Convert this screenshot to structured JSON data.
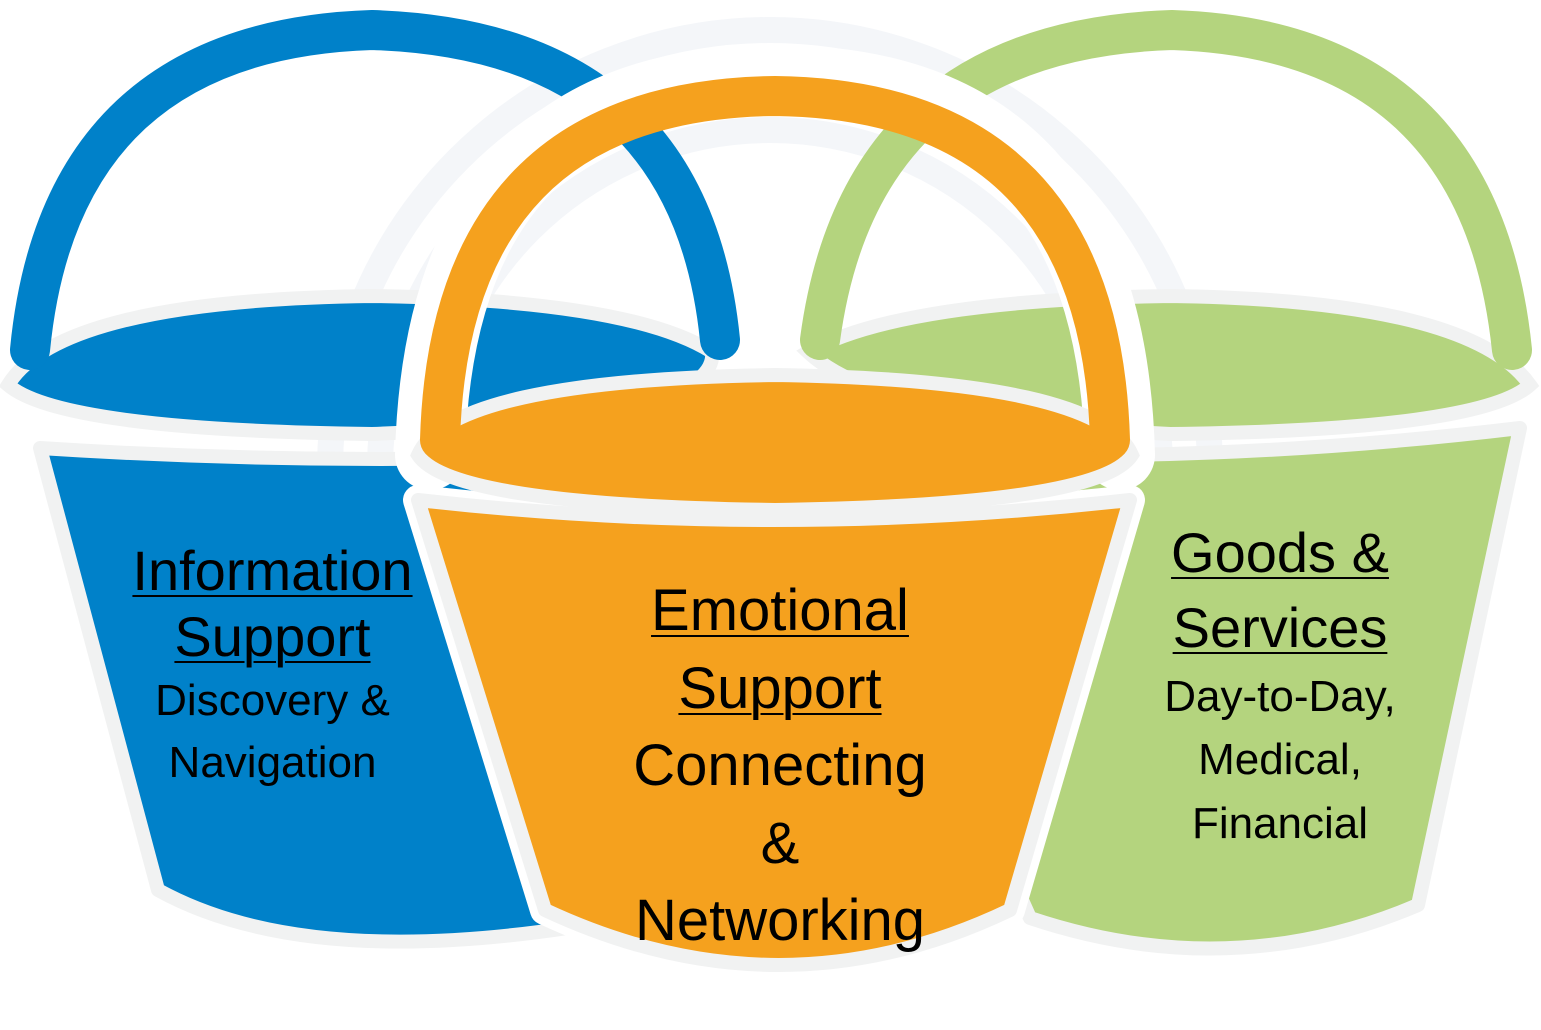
{
  "colors": {
    "blue": "#0081c9",
    "orange": "#f5a11e",
    "green": "#b4d47e",
    "outline": "#f1f2f2",
    "background": "#ffffff"
  },
  "buckets": {
    "information": {
      "title_line1": "Information",
      "title_line2": "Support",
      "sub_line1": "Discovery &",
      "sub_line2": "Navigation"
    },
    "emotional": {
      "title_line1": "Emotional",
      "title_line2": "Support",
      "sub_line1": "Connecting",
      "sub_line2": "&",
      "sub_line3": "Networking"
    },
    "goods": {
      "title_line1": "Goods &",
      "title_line2": "Services",
      "sub_line1": "Day-to-Day,",
      "sub_line2": "Medical,",
      "sub_line3": "Financial"
    }
  }
}
